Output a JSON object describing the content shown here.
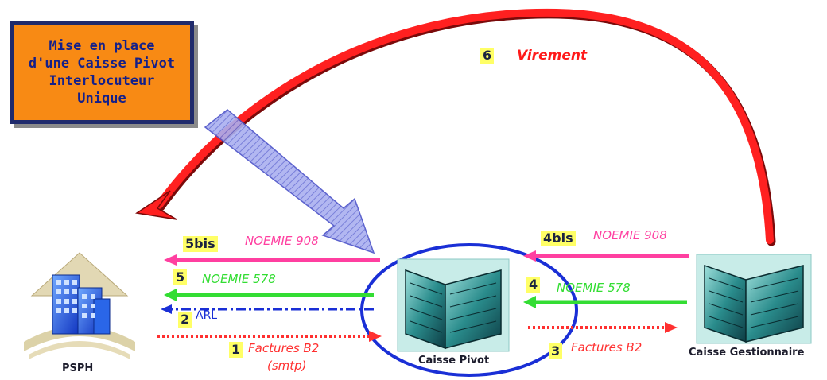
{
  "callout": {
    "text": "Mise en place\nd'une Caisse Pivot\nInterlocuteur\nUnique"
  },
  "nodes": {
    "psph": {
      "label": "PSPH"
    },
    "pivot": {
      "label": "Caisse Pivot"
    },
    "gestionnaire": {
      "label": "Caisse Gestionnaire"
    }
  },
  "flows": {
    "virement": {
      "step": "6",
      "label": "Virement",
      "color": "#ff1a1a"
    },
    "noemie908_left": {
      "step": "5bis",
      "label": "NOEMIE 908",
      "color": "#ff3fa0"
    },
    "noemie578_left": {
      "step": "5",
      "label": "NOEMIE 578",
      "color": "#33dd33"
    },
    "arl": {
      "step": "2",
      "label": "ARL",
      "color": "#1a2fd6"
    },
    "factures_left": {
      "step": "1",
      "label": "Factures B2",
      "sublabel": "(smtp)",
      "color": "#ff3030"
    },
    "noemie908_right": {
      "step": "4bis",
      "label": "NOEMIE 908",
      "color": "#ff3fa0"
    },
    "noemie578_right": {
      "step": "4",
      "label": "NOEMIE 578",
      "color": "#33dd33"
    },
    "factures_right": {
      "step": "3",
      "label": "Factures B2",
      "color": "#ff3030"
    }
  },
  "colors": {
    "step_badge": "#ffff66",
    "pivot_ring": "#1a2fd6",
    "callout_fill": "#f88a14",
    "callout_border": "#1f2a6c"
  }
}
